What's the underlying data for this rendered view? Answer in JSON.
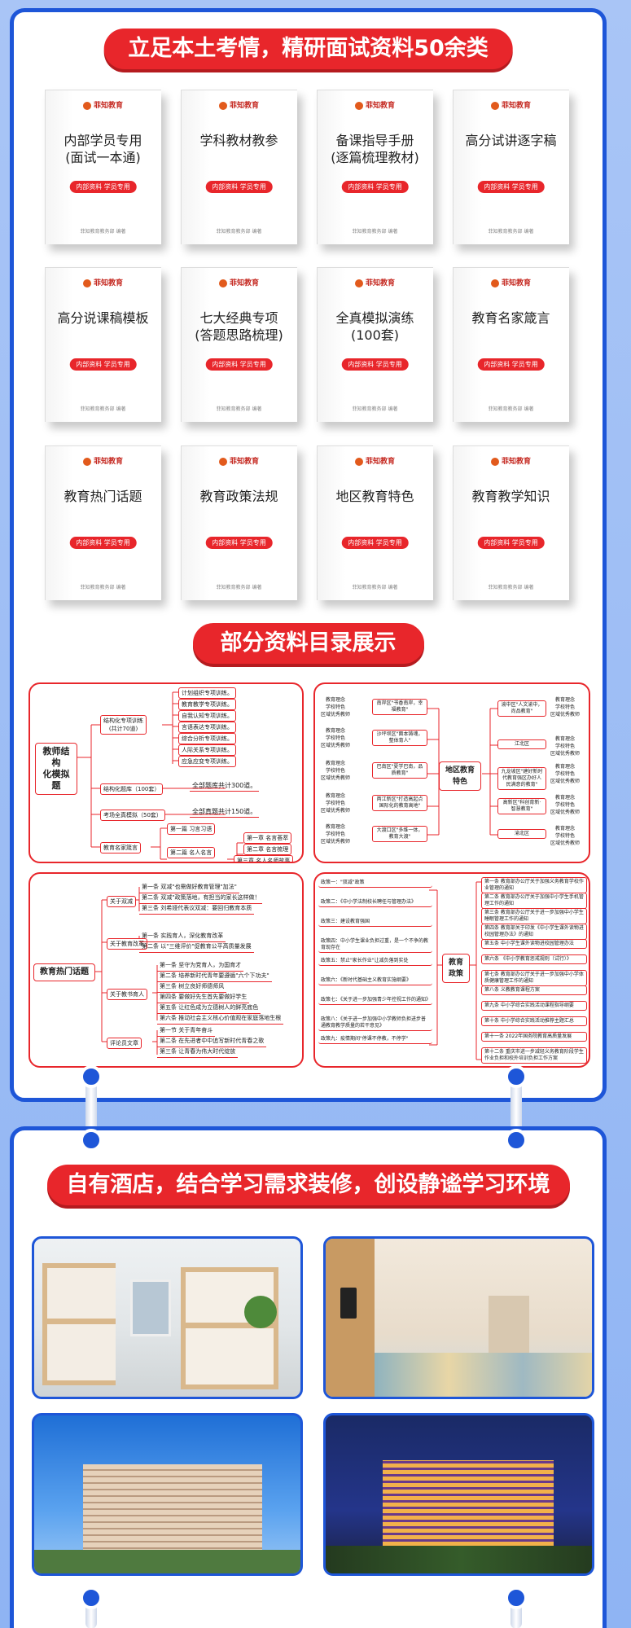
{
  "section1": {
    "banner": "立足本土考情，精研面试资料50余类",
    "logo_text": "菲知教育",
    "tag": "内部资料  学员专用",
    "publisher": "菲知教育教务部    编著",
    "books": [
      "内部学员专用\n(面试一本通)",
      "学科教材教参",
      "备课指导手册\n(逐篇梳理教材)",
      "高分试讲逐字稿",
      "高分说课稿模板",
      "七大经典专项\n(答题思路梳理)",
      "全真模拟演练\n(100套)",
      "教育名家箴言",
      "教育热门话题",
      "教育政策法规",
      "地区教育特色",
      "教育教学知识"
    ]
  },
  "section2": {
    "banner": "部分资料目录展示",
    "mm1": {
      "root": "教师结构\n化模拟题",
      "b1": "结构化专项训练\n(共计70道)",
      "b1_leaves": [
        "计划组织专项训练。",
        "教育教学专项训练。",
        "自我认知专项训练。",
        "言语表达专项训练。",
        "综合分析专项训练。",
        "人际关系专项训练。",
        "应急应变专项训练。"
      ],
      "b2": "结构化题库（100套）",
      "b2_leaf": "全部题库共计300道。",
      "b3": "考场全真模拟（50套）",
      "b3_leaf": "全部真题共计150道。",
      "b4": "教育名家箴言",
      "b4_s1": "第一篇  习言习语",
      "b4_s2": "第二篇  名人名言",
      "b4_leaves": [
        "第一章  名言荟萃",
        "第二章  名言梳理",
        "第三章  名人名师故事"
      ]
    },
    "mm2": {
      "root": "地区教育\n特色",
      "left_label": "教育理念\n学校特色\n区域优秀教师",
      "left": [
        "南岸区\"书香南岸，幸福教育\"",
        "沙坪坝区\"面本铸魂，整体育人\"",
        "巴南区\"夏学巴南，品质教育\"",
        "两江新区\"打造高起点国际化的教育高地\"",
        "大渡口区\"多维一体，教育大渡\""
      ],
      "right": [
        "渝中区\"人文渝中，尚品教育\"",
        "江北区",
        "九龙坡区\"建好新时代教育强区办好人民满意的教育\"",
        "高新区\"科创育新·智慧教育\"",
        "渝北区"
      ],
      "right_label": "教育理念\n学校特色\n区域优秀教师"
    },
    "mm3": {
      "root": "教育热门话题",
      "g1": "关于双减",
      "g1_leaves": [
        "第一条  双减\"也需做好教育管理\"加法\"",
        "第二条  双减\"政策落地，有担当的家长这样做！",
        "第三条  刘希娅代表议双减：要回归教育本质"
      ],
      "g2": "关于教育改革",
      "g2_leaves": [
        "第一条  实践育人，深化教育改革",
        "第二条  以\"三维评价\"促教育公平高质量发展"
      ],
      "g3": "关于教书育人",
      "g3_leaves": [
        "第一条  坚守为党育人，为国育才",
        "第二条  培养新时代青年要遵循\"六个下功夫\"",
        "第三条  树立良好师德师风",
        "第四条  要做好先生首先要做好学生",
        "第五条  让红色成为立德树人的鲜亮底色",
        "第六条  推动社会主义核心价值观在家庭落地生根"
      ],
      "g4": "评论员文章",
      "g4_leaves": [
        "第一节  关于青年奋斗",
        "第二条  在先进者中中追写新时代青春之歌",
        "第三条  让青春为伟大时代绽放"
      ]
    },
    "mm4": {
      "root": "教育\n政策",
      "left": [
        "政策一：\"双减\"政策",
        "政策二：《中小学法制校长聘任与管理办法》",
        "政策三：建设教育强国",
        "政策四：中小学生课业负担过重，是一个不争的教育现存在",
        "政策五：禁止\"家长作业\"让减负落到实处",
        "政策六：《新时代基础主义教育实施纲要》",
        "政策七：《关于进一步加强青少年控视工作的通知》",
        "政策八：《关于进一步加强中小学教师负担进步普通教育教学质量的若干意见》",
        "政策九：疫情期间\"停课不停教，不停学\""
      ],
      "right": [
        "第一条  教育部办公厅关于加强义务教育学校作业管理的通知",
        "第二条  教育部办公厅关于加强中小学生手机管理工作的通知",
        "第三条  教育部办公厅关于进一步加强中小学生睡眠管理工作的通知",
        "第四条  教育部关于印发《中小学生课外读物进校园管理办法》的通知",
        "第五条  中小学生课外读物进校园管理办法",
        "第六条  《中小学教育惩戒规则（试行）》",
        "第七条  教育部办公厅关于进一步加强中小学体质健康管理工作的通知",
        "第八条  义教教育课程方案",
        "第九条  中小学综合实践活动课程指导纲要",
        "第十条  中小学综合实践活动推荐主题汇总",
        "第十一条  2022年国务院教育高质量发展",
        "第十二条  重庆市进一步减轻义务教育阶段学生作业负担和校外培训负担工作方案"
      ]
    }
  },
  "section3": {
    "banner": "自有酒店，结合学习需求装修，创设静谧学习环境",
    "photos": [
      "hotel-room-bunk-beds",
      "hotel-corridor",
      "hotel-building-day",
      "hotel-building-night"
    ]
  }
}
